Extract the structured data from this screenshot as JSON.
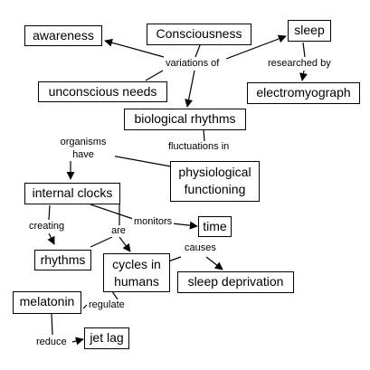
{
  "concepts": {
    "consciousness": "Consciousness",
    "awareness": "awareness",
    "sleep": "sleep",
    "unconscious_needs": "unconscious needs",
    "electromyograph": "electromyograph",
    "biological_rhythms": "biological rhythms",
    "physiological_functioning": "physiological functioning",
    "internal_clocks": "internal clocks",
    "time": "time",
    "rhythms": "rhythms",
    "cycles_in_humans": "cycles in humans",
    "sleep_deprivation": "sleep deprivation",
    "melatonin": "melatonin",
    "jet_lag": "jet lag"
  },
  "link_labels": {
    "variations_of": "variations of",
    "researched_by": "researched by",
    "fluctuations_in": "fluctuations in",
    "organisms_have": "organisms have",
    "creating": "creating",
    "are": "are",
    "monitors": "monitors",
    "causes": "causes",
    "regulate": "regulate",
    "reduce": "reduce"
  }
}
